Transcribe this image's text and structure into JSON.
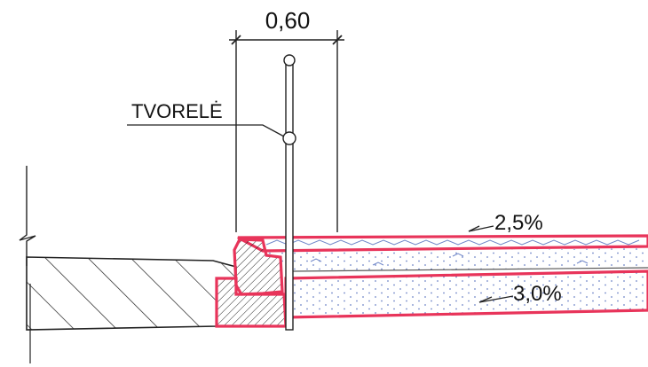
{
  "dimension": {
    "width_label": "0,60"
  },
  "labels": {
    "railing": "TVORELĖ",
    "slope_upper": "2,5%",
    "slope_lower": "3,0%"
  },
  "colors": {
    "ink": "#222222",
    "highlight": "#e8345a",
    "dots": "#6f86c8"
  }
}
